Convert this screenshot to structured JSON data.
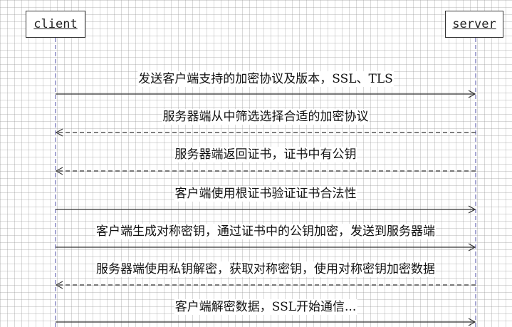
{
  "participants": {
    "client": "client",
    "server": "server"
  },
  "colors": {
    "lifeline": "#6b6bb5",
    "arrow": "#333333",
    "grid": "#cccccc"
  },
  "messages": [
    {
      "text": "发送客户端支持的加密协议及版本，SSL、TLS",
      "direction": "client-to-server",
      "style": "solid"
    },
    {
      "text": "服务器端从中筛选选择合适的加密协议",
      "direction": "server-to-client",
      "style": "dashed"
    },
    {
      "text": "服务器端返回证书，证书中有公钥",
      "direction": "server-to-client",
      "style": "dashed"
    },
    {
      "text": "客户端使用根证书验证证书合法性",
      "direction": "client-to-server",
      "style": "solid"
    },
    {
      "text": "客户端生成对称密钥，通过证书中的公钥加密，发送到服务器端",
      "direction": "client-to-server",
      "style": "solid"
    },
    {
      "text": "服务器端使用私钥解密，获取对称密钥，使用对称密钥加密数据",
      "direction": "server-to-client",
      "style": "dashed"
    },
    {
      "text": "客户端解密数据，SSL开始通信...",
      "direction": "client-to-server",
      "style": "solid"
    }
  ]
}
